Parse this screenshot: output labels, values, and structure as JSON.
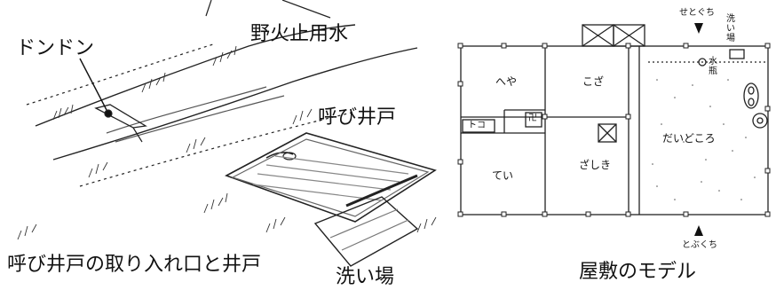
{
  "left_sketch": {
    "label_dondon": "ドンドン",
    "label_noroshi": "野火止用水",
    "label_yobi_ido": "呼び井戸",
    "label_intake": "呼び井戸の取り入れ口と井戸",
    "label_araiba": "洗い場"
  },
  "floor_plan": {
    "caption": "屋敷のモデル",
    "room_heya": "へや",
    "room_koza": "こざ",
    "room_tei": "てい",
    "room_zashiki": "ざしき",
    "room_daidokoro": "だいどころ",
    "toko": "トコ",
    "butsudan_symbol": "卍",
    "door_setoguchi": "せとぐち",
    "door_tobukuchi": "とぶくち",
    "wash_area": "洗い場",
    "water_jar": "水瓶"
  }
}
